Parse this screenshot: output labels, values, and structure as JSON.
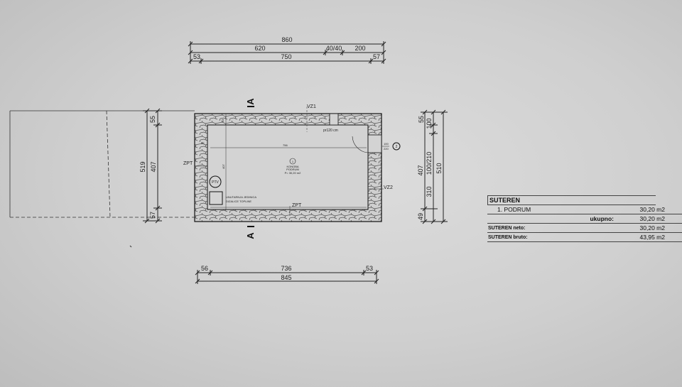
{
  "top_dims": {
    "overall": "860",
    "main": "620",
    "pier": "40/40",
    "right": "200",
    "left_off": "53",
    "inner": "750",
    "right_off": "57"
  },
  "bottom_dims": {
    "left_off": "56",
    "inner": "736",
    "right_off": "53",
    "overall": "845"
  },
  "left_dims": {
    "total": "519",
    "inner": "407",
    "top": "55",
    "bottom": "57"
  },
  "right_dims": {
    "total": "510",
    "inner": "407",
    "top_a": "55",
    "top_b": "100",
    "window": "100/210",
    "lower": "310",
    "bottom": "49"
  },
  "section_marks": {
    "top": "A",
    "bottom": "A"
  },
  "plan_labels": {
    "vz1": "VZ1",
    "vz2": "VZ2",
    "zpt_left": "ZPT",
    "zpt_bottom": "ZPT",
    "window_note": "pr120 cm",
    "room_width": "756",
    "room_depth": "407",
    "door_dims_a": "100",
    "door_dims_b": "220",
    "door_tag": "2",
    "room_tag": "1",
    "room_name": "KONOBA",
    "room_sub": "PODRUM",
    "room_area": "P= 30,20 m2",
    "ptv": "PTV",
    "unit_line1": "UNUTARNJA JEDINICA",
    "unit_line2": "DIZALICE TOPLINE",
    "dim_small_left": "55",
    "dim_small_top": "53"
  },
  "area_table": {
    "header": "SUTEREN",
    "item_label": "1. PODRUM",
    "item_value": "30,20 m2",
    "total_label": "ukupno:",
    "total_value": "30,20 m2",
    "neto_label": "SUTEREN neto:",
    "neto_value": "30,20 m2",
    "bruto_label": "SUTEREN bruto:",
    "bruto_value": "43,95 m2"
  }
}
